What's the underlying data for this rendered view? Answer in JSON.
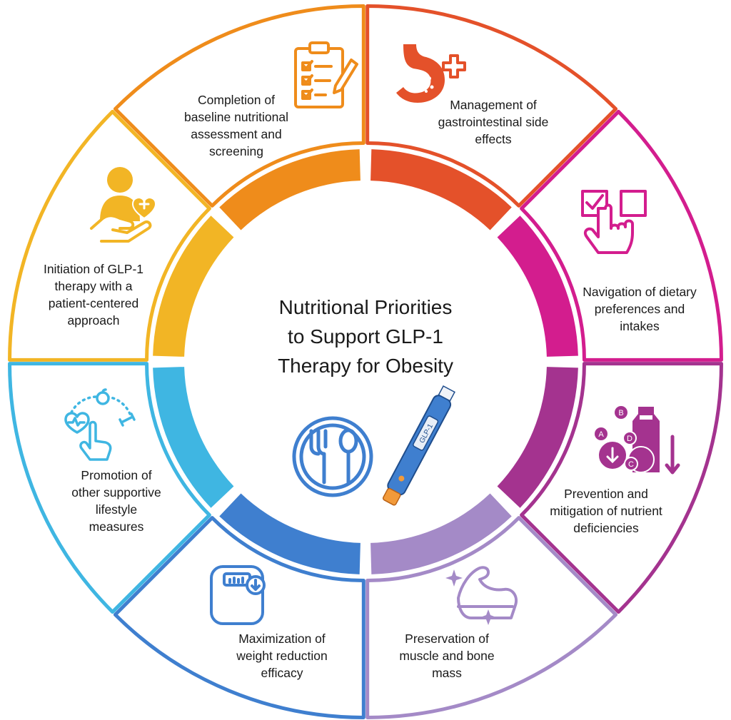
{
  "title_lines": [
    "Nutritional Priorities",
    "to Support GLP-1",
    "Therapy for Obesity"
  ],
  "center_icons": [
    "plate-fork-spoon-icon",
    "glp1-pen-icon"
  ],
  "pen_label": "GLP-1",
  "segments": [
    {
      "id": "assessment",
      "lines": [
        "Completion of",
        "baseline nutritional",
        "assessment and",
        "screening"
      ],
      "color": "#ef8c1b",
      "icon": "clipboard-checklist-icon"
    },
    {
      "id": "gi",
      "lines": [
        "Management of",
        "gastrointestinal side",
        "effects"
      ],
      "color": "#e4512a",
      "icon": "stomach-plus-icon"
    },
    {
      "id": "dietary",
      "lines": [
        "Navigation of dietary",
        "preferences and",
        "intakes"
      ],
      "color": "#d31d8e",
      "icon": "checkbox-select-icon"
    },
    {
      "id": "nutrients",
      "lines": [
        "Prevention and",
        "mitigation of nutrient",
        "deficiencies"
      ],
      "color": "#a4338f",
      "icon": "vitamins-decline-icon",
      "vitamin_letters": [
        "A",
        "B",
        "C",
        "D"
      ]
    },
    {
      "id": "muscle",
      "lines": [
        "Preservation of",
        "muscle and bone",
        "mass"
      ],
      "color": "#a48ac7",
      "icon": "flexed-arm-icon"
    },
    {
      "id": "weight",
      "lines": [
        "Maximization of",
        "weight reduction",
        "efficacy"
      ],
      "color": "#3f7fcf",
      "icon": "weight-scale-down-icon"
    },
    {
      "id": "lifestyle",
      "lines": [
        "Promotion of",
        "other supportive",
        "lifestyle",
        "measures"
      ],
      "color": "#3fb6e2",
      "icon": "lifestyle-hand-icon"
    },
    {
      "id": "initiation",
      "lines": [
        "Initiation of GLP-1",
        "therapy with a",
        "patient-centered",
        "approach"
      ],
      "color": "#f2b525",
      "icon": "patient-care-icon"
    }
  ]
}
